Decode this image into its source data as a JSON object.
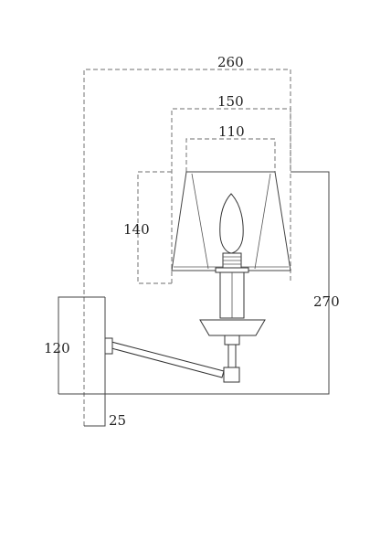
{
  "dimensions": {
    "overall_width": "260",
    "shade_top_outer": "150",
    "shade_top_inner": "110",
    "shade_height": "140",
    "projection": "270",
    "backplate_height": "120",
    "backplate_depth": "25"
  },
  "colors": {
    "dimension_line": "#8a8a8a",
    "outline": "#444444",
    "text": "#222222"
  }
}
